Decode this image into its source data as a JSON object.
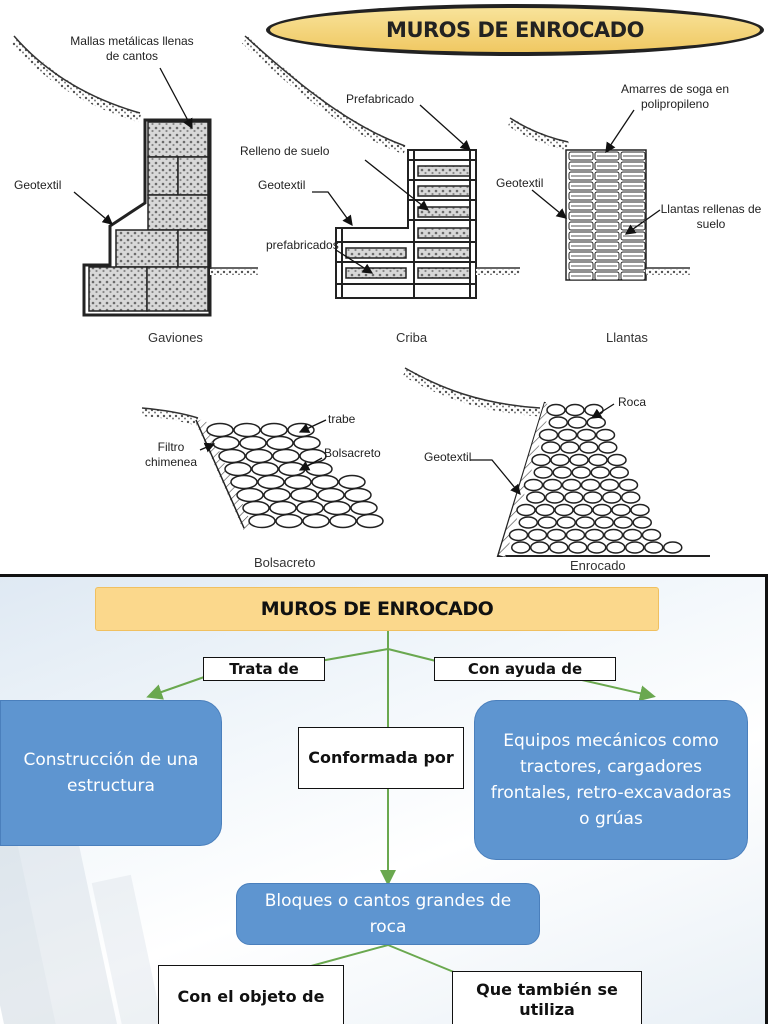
{
  "header": {
    "title": "MUROS DE ENROCADO"
  },
  "figures": {
    "gaviones": {
      "caption": "Gaviones",
      "label_mallas": "Mallas metálicas llenas de cantos",
      "label_geotextil": "Geotextil"
    },
    "criba": {
      "caption": "Criba",
      "label_prefabricado": "Prefabricado",
      "label_relleno": "Relleno de suelo",
      "label_geotextil": "Geotextil",
      "label_prefabricados": "prefabricados"
    },
    "llantas": {
      "caption": "Llantas",
      "label_amarres": "Amarres de soga en polipropileno",
      "label_geotextil": "Geotextil",
      "label_llantas": "Llantas rellenas de suelo"
    },
    "bolsacreto": {
      "caption": "Bolsacreto",
      "label_trabe": "trabe",
      "label_filtro": "Filtro chimenea",
      "label_bolsacreto": "Bolsacreto"
    },
    "enrocado": {
      "caption": "Enrocado",
      "label_roca": "Roca",
      "label_geotextil": "Geotextil"
    }
  },
  "concept_map": {
    "title": "MUROS DE ENROCADO",
    "link_trata": "Trata de",
    "link_ayuda": "Con ayuda de",
    "link_conformada": "Conformada por",
    "node_construccion": "Construcción de una estructura",
    "node_equipos": "Equipos mecánicos como tractores, cargadores frontales, retro-excavadoras o grúas",
    "node_bloques": "Bloques o cantos grandes de roca",
    "link_objeto": "Con el objeto de",
    "link_tambien": "Que también se utiliza",
    "colors": {
      "title_bg": "#fbd88c",
      "node_bg": "#5e95d0",
      "arrow": "#6aa84f"
    }
  }
}
